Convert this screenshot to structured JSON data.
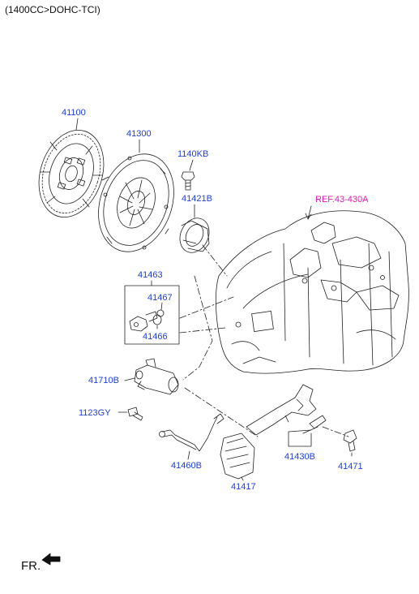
{
  "header": {
    "engine_spec": "(1400CC>DOHC-TCI)"
  },
  "direction": {
    "label": "FR."
  },
  "reference": {
    "label": "REF.43-430A"
  },
  "parts": [
    {
      "id": "41100",
      "label": "41100",
      "name": "clutch-disc"
    },
    {
      "id": "41300",
      "label": "41300",
      "name": "clutch-cover"
    },
    {
      "id": "1140KB",
      "label": "1140KB",
      "name": "cover-bolt"
    },
    {
      "id": "41421B",
      "label": "41421B",
      "name": "release-bearing"
    },
    {
      "id": "41463",
      "label": "41463",
      "name": "bleeder-kit"
    },
    {
      "id": "41467",
      "label": "41467",
      "name": "bleeder-plug"
    },
    {
      "id": "41466",
      "label": "41466",
      "name": "bleeder-cap"
    },
    {
      "id": "41710B",
      "label": "41710B",
      "name": "release-cylinder"
    },
    {
      "id": "1123GY",
      "label": "1123GY",
      "name": "cylinder-bolt"
    },
    {
      "id": "41460B",
      "label": "41460B",
      "name": "clutch-tube"
    },
    {
      "id": "41417",
      "label": "41417",
      "name": "dust-boot"
    },
    {
      "id": "41430B",
      "label": "41430B",
      "name": "release-fork"
    },
    {
      "id": "41471",
      "label": "41471",
      "name": "fork-pivot"
    }
  ],
  "colors": {
    "label": "#1f3fd6",
    "reference": "#e01ab4",
    "line": "#222222"
  }
}
